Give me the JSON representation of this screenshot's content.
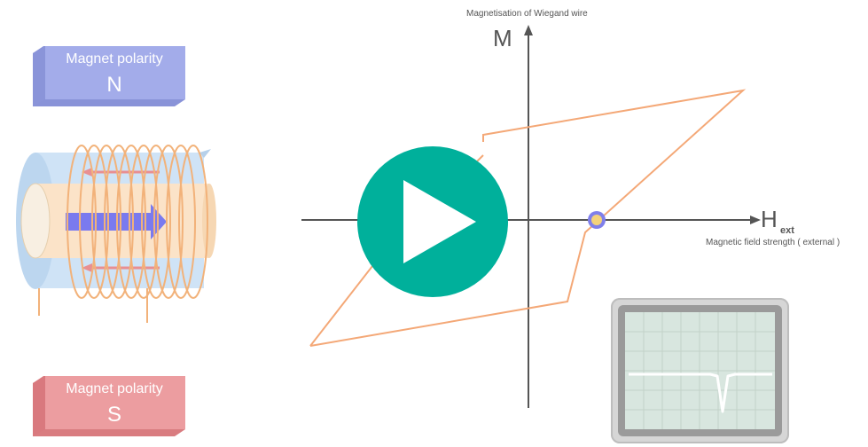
{
  "magnet_top": {
    "label": "Magnet polarity",
    "pole": "N",
    "color": "#99a4e6"
  },
  "magnet_bottom": {
    "label": "Magnet polarity",
    "pole": "S",
    "color": "#e88f92"
  },
  "graph": {
    "title": "Magnetisation of Wiegand wire",
    "y_axis_letter": "M",
    "x_axis_letter": "H",
    "x_axis_subscript": "ext",
    "x_axis_caption": "Magnetic field strength ( external )",
    "loop_color": "#f4a877",
    "marker_color": "#f4d27a",
    "marker_ring_color": "#7f7fea"
  },
  "play_button": {
    "color": "#00b09b",
    "icon": "play-icon"
  },
  "coil": {
    "coil_color": "#f2b27a",
    "arrow_color": "#7a7aef",
    "inner_arrow_color": "#e88f92"
  },
  "oscilloscope": {
    "screen_color": "#d8e6df",
    "trace_color": "#ffffff"
  }
}
